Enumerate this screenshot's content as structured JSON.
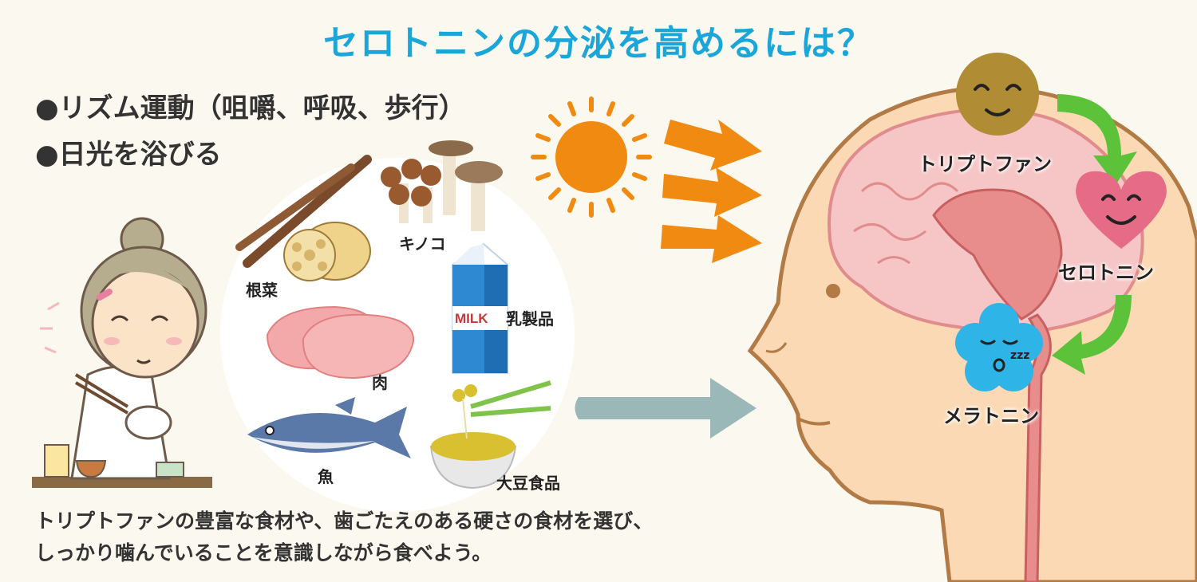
{
  "title": "セロトニンの分泌を高めるには？",
  "bullets": [
    "●リズム運動（咀嚼、呼吸、歩行）",
    "●日光を浴びる"
  ],
  "foods": {
    "root_veg": "根菜",
    "mushroom": "キノコ",
    "dairy": "乳製品",
    "milk_text": "MILK",
    "meat": "肉",
    "fish": "魚",
    "soy": "大豆食品"
  },
  "cycle": {
    "tryptophan": "トリプトファン",
    "serotonin": "セロトニン",
    "melatonin": "メラトニン",
    "zzz": "zzz"
  },
  "footer": [
    "トリプトファンの豊富な食材や、歯ごたえのある硬さの食材を選び、",
    "しっかり噛んでいることを意識しながら食べよう。"
  ],
  "colors": {
    "title": "#1aa6d8",
    "sun": "#f08a10",
    "arrow_orange": "#f08a10",
    "arrow_gray": "#9bb8b9",
    "cycle_arrow": "#5cc23a",
    "tryptophan": "#b08c35",
    "serotonin": "#e66b86",
    "melatonin": "#2eb4e6"
  }
}
